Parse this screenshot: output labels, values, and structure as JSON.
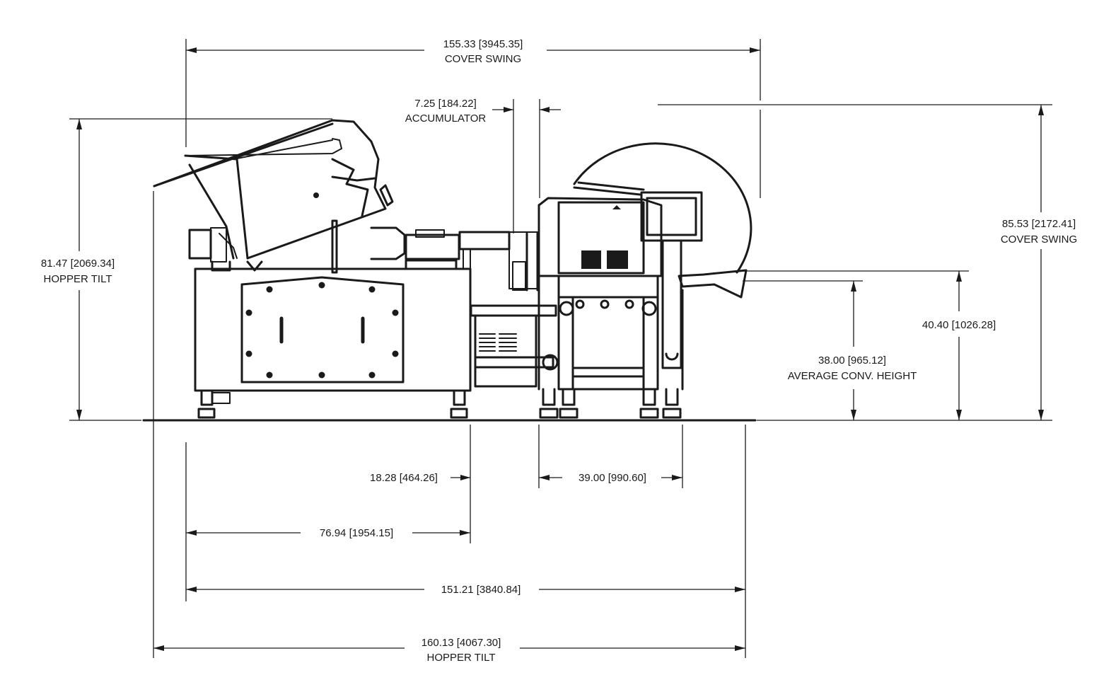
{
  "dimensions": {
    "cover_swing_width": {
      "value": "155.33 [3945.35]",
      "label": "COVER SWING"
    },
    "accumulator": {
      "value": "7.25 [184.22]",
      "label": "ACCUMULATOR"
    },
    "hopper_tilt_height": {
      "value": "81.47 [2069.34]",
      "label": "HOPPER TILT"
    },
    "cover_swing_height": {
      "value": "85.53 [2172.41]",
      "label": "COVER SWING"
    },
    "height_40": {
      "value": "40.40 [1026.28]"
    },
    "average_conv_height": {
      "value": "38.00 [965.12]",
      "label": "AVERAGE CONV. HEIGHT"
    },
    "width_18": {
      "value": "18.28 [464.26]"
    },
    "width_39": {
      "value": "39.00 [990.60]"
    },
    "width_76": {
      "value": "76.94 [1954.15]"
    },
    "overall_length": {
      "value": "151.21 [3840.84]"
    },
    "hopper_tilt_length": {
      "value": "160.13 [4067.30]",
      "label": "HOPPER TILT"
    }
  }
}
